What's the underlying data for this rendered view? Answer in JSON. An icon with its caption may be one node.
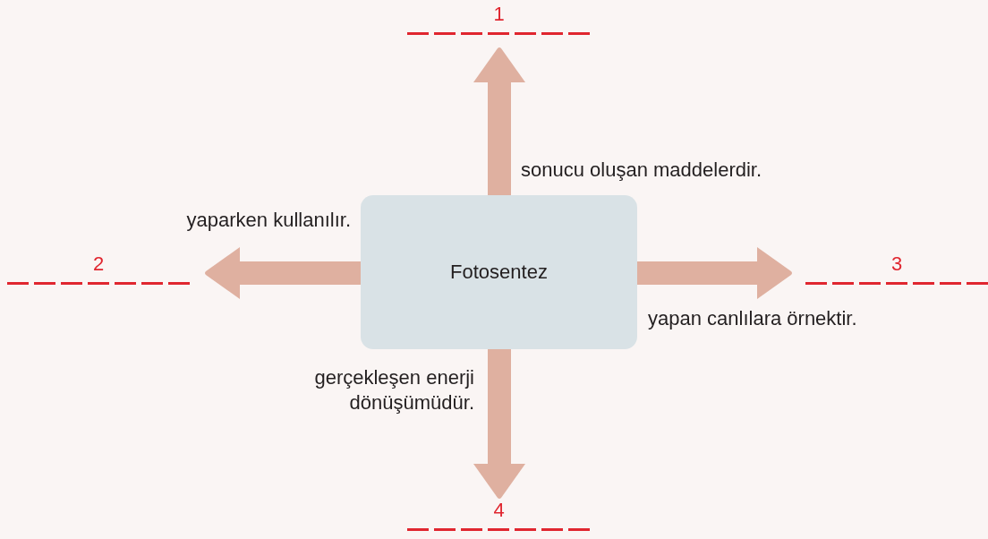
{
  "diagram": {
    "nodes": [
      {
        "text": [
          "Fotosentez"
        ]
      },
      {
        "text": [
          "1"
        ]
      },
      {
        "text": [
          "2"
        ]
      },
      {
        "text": [
          "3"
        ]
      },
      {
        "text": [
          "4"
        ]
      }
    ],
    "edges": [
      {
        "from": 0,
        "to": 1,
        "arrow": "to",
        "label": "sonucu oluşan maddelerdir."
      },
      {
        "from": 0,
        "to": 2,
        "arrow": "to",
        "label": "yaparken kullanılır."
      },
      {
        "from": 0,
        "to": 3,
        "arrow": "to",
        "label": "yapan canlılara örnektir."
      },
      {
        "from": 0,
        "to": 4,
        "arrow": "to",
        "label": "gerçekleşen enerji dönüşümüdür."
      }
    ]
  }
}
